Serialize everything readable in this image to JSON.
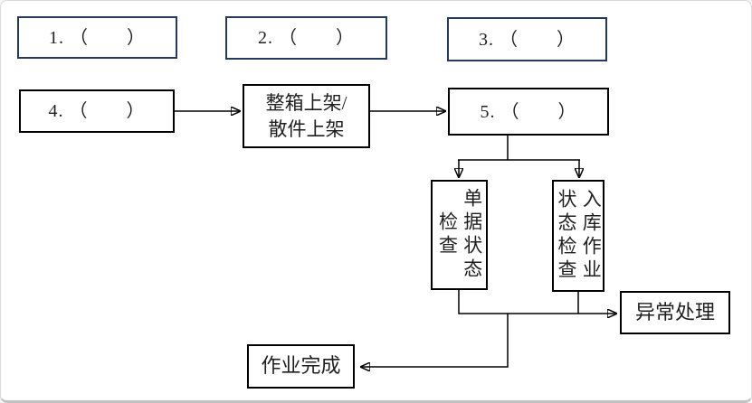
{
  "frame": {
    "background": "#ffffff",
    "border_color": "#d9d9d9",
    "bottom_border_color": "#c2c2c2"
  },
  "colors": {
    "numbered_box_border": "#24395e",
    "plain_box_border": "#000000",
    "connector_line": "#000000",
    "text": "#1f1f1f"
  },
  "nodes": {
    "step1": {
      "label": "1. （　　）"
    },
    "step2": {
      "label": "2. （　　）"
    },
    "step3": {
      "label": "3. （　　）"
    },
    "step4": {
      "label": "4. （　　）"
    },
    "shelving": {
      "lines": [
        "整箱上架/",
        "散件上架"
      ]
    },
    "step5": {
      "label": "5. （　　）"
    },
    "doc_status_check": {
      "label": "单据状态检查",
      "columns": [
        "单据状态",
        "检查"
      ]
    },
    "inbound_status_check": {
      "label": "入库作业状态检查",
      "columns": [
        "入库作业",
        "状态检查"
      ]
    },
    "exception_handling": {
      "label": "异常处理"
    },
    "job_complete": {
      "label": "作业完成"
    }
  }
}
